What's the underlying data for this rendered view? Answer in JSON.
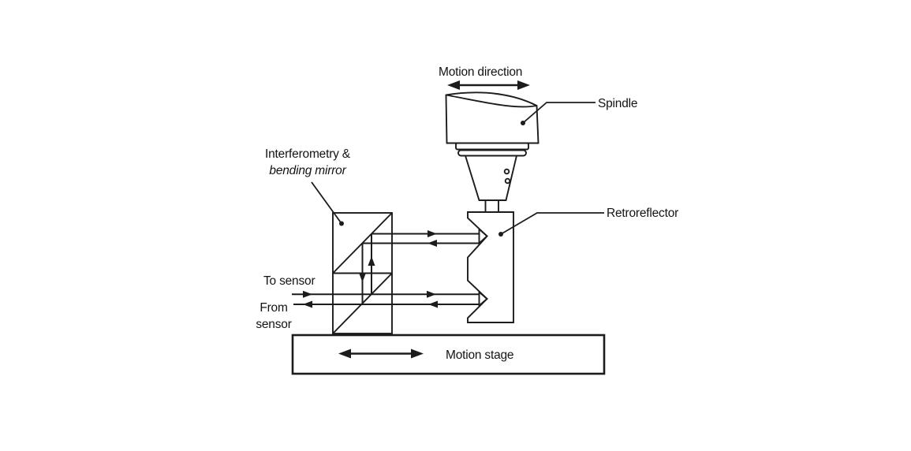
{
  "colors": {
    "line": "#1c1c1c",
    "text": "#141414",
    "background": "#ffffff"
  },
  "labels": {
    "motion_direction": "Motion direction",
    "spindle": "Spindle",
    "interferometry_line1": "Interferometry &",
    "interferometry_line2": "bending mirror",
    "to_sensor": "To sensor",
    "from_line1": "From",
    "from_line2": "sensor",
    "retroreflector": "Retroreflector",
    "motion_stage": "Motion stage"
  }
}
